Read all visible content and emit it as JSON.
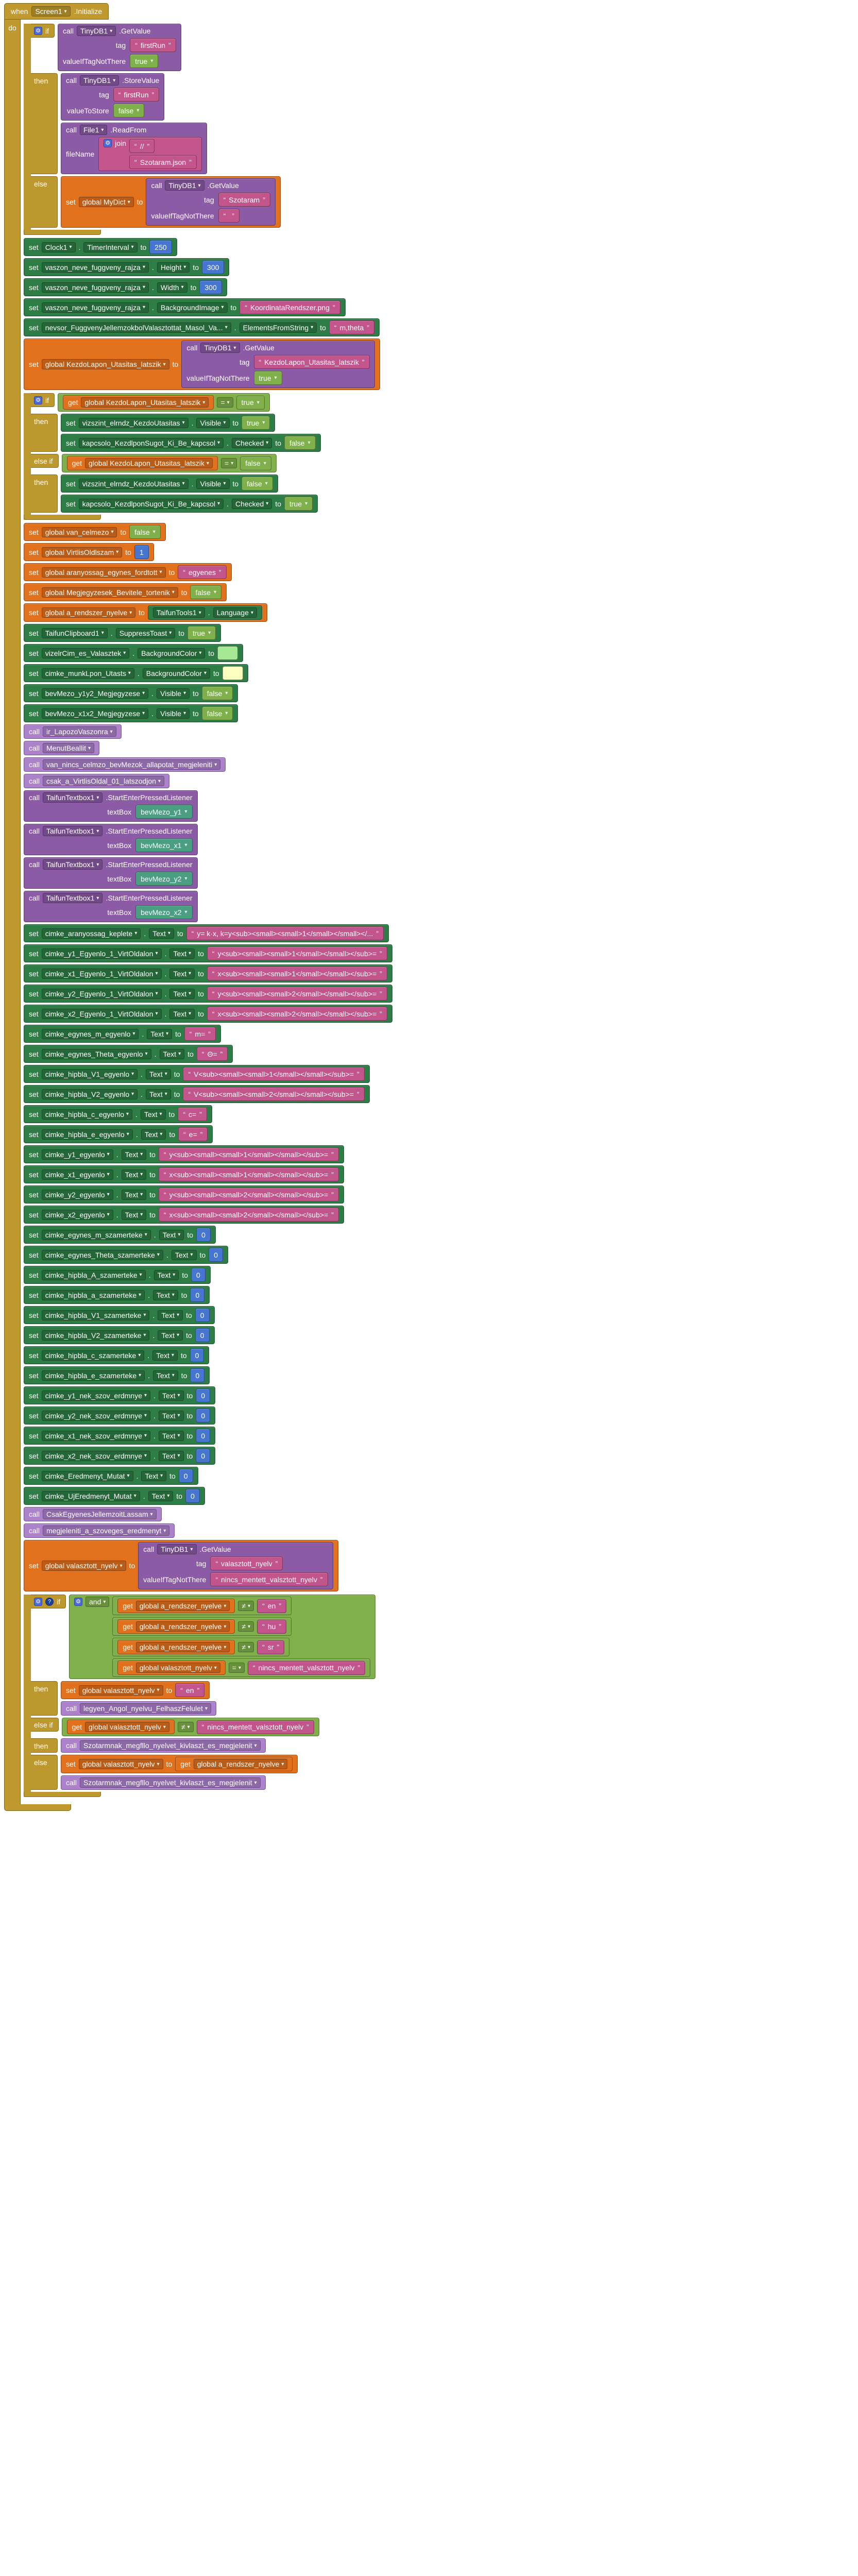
{
  "labels": {
    "when": "when",
    "do": "do",
    "if": "if",
    "then": "then",
    "else_if": "else if",
    "else": "else",
    "call": "call",
    "set": "set",
    "to": "to",
    "get": "get",
    "join": "join",
    "and": "and",
    "dot": "."
  },
  "colors": {
    "event_gold": "#C09A2E",
    "control_gold": "#BD982F",
    "setter_green": "#2E7D46",
    "variable_orange": "#E2711D",
    "text_pink": "#C2568C",
    "math_blue": "#4676D0",
    "logic_green": "#7FB04B",
    "method_purple": "#8C5BA5",
    "procedure_purple": "#AC82CC",
    "helper_teal": "#4A9E82",
    "swatch_light_green": "#A4E894",
    "swatch_pale_yellow": "#FDFFBF"
  },
  "event": {
    "name": "Screen1",
    "suffix": ".Initialize",
    "body": [
      {
        "t": "if",
        "clauses": [
          {
            "cond": {
              "t": "callm",
              "comp": "TinyDB1",
              "meth": ".GetValue",
              "params": [
                [
                  "tag",
                  {
                    "t": "txt",
                    "v": "firstRun"
                  }
                ],
                [
                  "valueIfTagNotThere",
                  {
                    "t": "log",
                    "v": "true"
                  }
                ]
              ]
            },
            "then": [
              {
                "t": "callm",
                "comp": "TinyDB1",
                "meth": ".StoreValue",
                "params": [
                  [
                    "tag",
                    {
                      "t": "txt",
                      "v": "firstRun"
                    }
                  ],
                  [
                    "valueToStore",
                    {
                      "t": "log",
                      "v": "false"
                    }
                  ]
                ]
              },
              {
                "t": "callm",
                "comp": "File1",
                "meth": ".ReadFrom",
                "params": [
                  [
                    "fileName",
                    {
                      "t": "join",
                      "items": [
                        {
                          "t": "txt",
                          "v": "//"
                        },
                        {
                          "t": "txt",
                          "v": "Szotaram.json"
                        }
                      ]
                    }
                  ]
                ]
              }
            ]
          }
        ],
        "else": [
          {
            "t": "setg",
            "name": "global MyDict",
            "val": {
              "t": "callm",
              "comp": "TinyDB1",
              "meth": ".GetValue",
              "params": [
                [
                  "tag",
                  {
                    "t": "txt",
                    "v": "Szotaram"
                  }
                ],
                [
                  "valueIfTagNotThere",
                  {
                    "t": "txt",
                    "v": ""
                  }
                ]
              ]
            }
          }
        ]
      },
      {
        "t": "setp",
        "comp": "Clock1",
        "prop": "TimerInterval",
        "val": {
          "t": "num",
          "v": "250"
        }
      },
      {
        "t": "setp",
        "comp": "vaszon_neve_fuggveny_rajza",
        "prop": "Height",
        "val": {
          "t": "num",
          "v": "300"
        }
      },
      {
        "t": "setp",
        "comp": "vaszon_neve_fuggveny_rajza",
        "prop": "Width",
        "val": {
          "t": "num",
          "v": "300"
        }
      },
      {
        "t": "setp",
        "comp": "vaszon_neve_fuggveny_rajza",
        "prop": "BackgroundImage",
        "val": {
          "t": "txt",
          "v": "KoordinataRendszer.png"
        }
      },
      {
        "t": "setp",
        "comp": "nevsor_FuggvenyJellemzokbolValasztottat_Masol_Va...",
        "prop": "ElementsFromString",
        "val": {
          "t": "txt",
          "v": "m,theta"
        }
      },
      {
        "t": "setg",
        "name": "global KezdoLapon_Utasitas_latszik",
        "val": {
          "t": "callm",
          "comp": "TinyDB1",
          "meth": ".GetValue",
          "params": [
            [
              "tag",
              {
                "t": "txt",
                "v": "KezdoLapon_Utasitas_latszik"
              }
            ],
            [
              "valueIfTagNotThere",
              {
                "t": "log",
                "v": "true"
              }
            ]
          ]
        }
      },
      {
        "t": "if",
        "clauses": [
          {
            "cond": {
              "t": "cmp",
              "op": "=",
              "l": {
                "t": "getg",
                "name": "global KezdoLapon_Utasitas_latszik"
              },
              "r": {
                "t": "log",
                "v": "true"
              }
            },
            "then": [
              {
                "t": "setp",
                "comp": "vizszint_elrndz_KezdoUtasitas",
                "prop": "Visible",
                "val": {
                  "t": "log",
                  "v": "true"
                }
              },
              {
                "t": "setp",
                "comp": "kapcsolo_KezdlponSugot_Ki_Be_kapcsol",
                "prop": "Checked",
                "val": {
                  "t": "log",
                  "v": "false"
                }
              }
            ]
          },
          {
            "cond": {
              "t": "cmp",
              "op": "=",
              "l": {
                "t": "getg",
                "name": "global KezdoLapon_Utasitas_latszik"
              },
              "r": {
                "t": "log",
                "v": "false"
              }
            },
            "then": [
              {
                "t": "setp",
                "comp": "vizszint_elrndz_KezdoUtasitas",
                "prop": "Visible",
                "val": {
                  "t": "log",
                  "v": "false"
                }
              },
              {
                "t": "setp",
                "comp": "kapcsolo_KezdlponSugot_Ki_Be_kapcsol",
                "prop": "Checked",
                "val": {
                  "t": "log",
                  "v": "true"
                }
              }
            ]
          }
        ]
      },
      {
        "t": "setg",
        "name": "global van_celmezo",
        "val": {
          "t": "log",
          "v": "false"
        }
      },
      {
        "t": "setg",
        "name": "global VirtlisOldlszam",
        "val": {
          "t": "num",
          "v": "1"
        }
      },
      {
        "t": "setg",
        "name": "global aranyossag_egynes_fordtott",
        "val": {
          "t": "txt",
          "v": "egyenes"
        }
      },
      {
        "t": "setg",
        "name": "global Megjegyzesek_Bevitele_tortenik",
        "val": {
          "t": "log",
          "v": "false"
        }
      },
      {
        "t": "setg",
        "name": "global a_rendszer_nyelve",
        "val": {
          "t": "pget",
          "comp": "TaifunTools1",
          "prop": "Language"
        }
      },
      {
        "t": "setp",
        "comp": "TaifunClipboard1",
        "prop": "SuppressToast",
        "val": {
          "t": "log",
          "v": "true"
        }
      },
      {
        "t": "setp",
        "comp": "vizelrCim_es_Valasztek",
        "prop": "BackgroundColor",
        "val": {
          "t": "col",
          "hex": "#A4E894"
        }
      },
      {
        "t": "setp",
        "comp": "cimke_munkLpon_Utasts",
        "prop": "BackgroundColor",
        "val": {
          "t": "col",
          "hex": "#FDFFBF"
        }
      },
      {
        "t": "setp",
        "comp": "bevMezo_y1y2_Megjegyzese",
        "prop": "Visible",
        "val": {
          "t": "log",
          "v": "false"
        }
      },
      {
        "t": "setp",
        "comp": "bevMezo_x1x2_Megjegyzese",
        "prop": "Visible",
        "val": {
          "t": "log",
          "v": "false"
        }
      },
      {
        "t": "callp",
        "name": "ir_LapozoVaszonra"
      },
      {
        "t": "callp",
        "name": "MenutBeallit"
      },
      {
        "t": "callp",
        "name": "van_nincs_celmzo_bevMezok_allapotat_megjeleniti"
      },
      {
        "t": "callp",
        "name": "csak_a_VirtlisOldal_01_latszodjon"
      },
      {
        "t": "callm",
        "comp": "TaifunTextbox1",
        "meth": ".StartEnterPressedListener",
        "params": [
          [
            "textBox",
            {
              "t": "dd",
              "v": "bevMezo_y1"
            }
          ]
        ]
      },
      {
        "t": "callm",
        "comp": "TaifunTextbox1",
        "meth": ".StartEnterPressedListener",
        "params": [
          [
            "textBox",
            {
              "t": "dd",
              "v": "bevMezo_x1"
            }
          ]
        ]
      },
      {
        "t": "callm",
        "comp": "TaifunTextbox1",
        "meth": ".StartEnterPressedListener",
        "params": [
          [
            "textBox",
            {
              "t": "dd",
              "v": "bevMezo_y2"
            }
          ]
        ]
      },
      {
        "t": "callm",
        "comp": "TaifunTextbox1",
        "meth": ".StartEnterPressedListener",
        "params": [
          [
            "textBox",
            {
              "t": "dd",
              "v": "bevMezo_x2"
            }
          ]
        ]
      },
      {
        "t": "setp",
        "comp": "cimke_aranyossag_keplete",
        "prop": "Text",
        "val": {
          "t": "txt",
          "v": "y= k·x, k=y<sub><small><small>1</small></small></..."
        }
      },
      {
        "t": "setp",
        "comp": "cimke_y1_Egyenlo_1_VirtOldalon",
        "prop": "Text",
        "val": {
          "t": "txt",
          "v": "y<sub><small><small>1</small></small></sub>="
        }
      },
      {
        "t": "setp",
        "comp": "cimke_x1_Egyenlo_1_VirtOldalon",
        "prop": "Text",
        "val": {
          "t": "txt",
          "v": "x<sub><small><small>1</small></small></sub>="
        }
      },
      {
        "t": "setp",
        "comp": "cimke_y2_Egyenlo_1_VirtOldalon",
        "prop": "Text",
        "val": {
          "t": "txt",
          "v": "y<sub><small><small>2</small></small></sub>="
        }
      },
      {
        "t": "setp",
        "comp": "cimke_x2_Egyenlo_1_VirtOldalon",
        "prop": "Text",
        "val": {
          "t": "txt",
          "v": "x<sub><small><small>2</small></small></sub>="
        }
      },
      {
        "t": "setp",
        "comp": "cimke_egynes_m_egyenlo",
        "prop": "Text",
        "val": {
          "t": "txt",
          "v": "m="
        }
      },
      {
        "t": "setp",
        "comp": "cimke_egynes_Theta_egyenlo",
        "prop": "Text",
        "val": {
          "t": "txt",
          "v": "Θ="
        }
      },
      {
        "t": "setp",
        "comp": "cimke_hipbla_V1_egyenlo",
        "prop": "Text",
        "val": {
          "t": "txt",
          "v": "V<sub><small><small>1</small></small></sub>="
        }
      },
      {
        "t": "setp",
        "comp": "cimke_hipbla_V2_egyenlo",
        "prop": "Text",
        "val": {
          "t": "txt",
          "v": "V<sub><small><small>2</small></small></sub>="
        }
      },
      {
        "t": "setp",
        "comp": "cimke_hipbla_c_egyenlo",
        "prop": "Text",
        "val": {
          "t": "txt",
          "v": "c="
        }
      },
      {
        "t": "setp",
        "comp": "cimke_hipbla_e_egyenlo",
        "prop": "Text",
        "val": {
          "t": "txt",
          "v": "e="
        }
      },
      {
        "t": "setp",
        "comp": "cimke_y1_egyenlo",
        "prop": "Text",
        "val": {
          "t": "txt",
          "v": "y<sub><small><small>1</small></small></sub>="
        }
      },
      {
        "t": "setp",
        "comp": "cimke_x1_egyenlo",
        "prop": "Text",
        "val": {
          "t": "txt",
          "v": "x<sub><small><small>1</small></small></sub>="
        }
      },
      {
        "t": "setp",
        "comp": "cimke_y2_egyenlo",
        "prop": "Text",
        "val": {
          "t": "txt",
          "v": "y<sub><small><small>2</small></small></sub>="
        }
      },
      {
        "t": "setp",
        "comp": "cimke_x2_egyenlo",
        "prop": "Text",
        "val": {
          "t": "txt",
          "v": "x<sub><small><small>2</small></small></sub>="
        }
      },
      {
        "t": "setp",
        "comp": "cimke_egynes_m_szamerteke",
        "prop": "Text",
        "val": {
          "t": "num",
          "v": "0"
        }
      },
      {
        "t": "setp",
        "comp": "cimke_egynes_Theta_szamerteke",
        "prop": "Text",
        "val": {
          "t": "num",
          "v": "0"
        }
      },
      {
        "t": "setp",
        "comp": "cimke_hipbla_A_szamerteke",
        "prop": "Text",
        "val": {
          "t": "num",
          "v": "0"
        }
      },
      {
        "t": "setp",
        "comp": "cimke_hipbla_a_szamerteke",
        "prop": "Text",
        "val": {
          "t": "num",
          "v": "0"
        }
      },
      {
        "t": "setp",
        "comp": "cimke_hipbla_V1_szamerteke",
        "prop": "Text",
        "val": {
          "t": "num",
          "v": "0"
        }
      },
      {
        "t": "setp",
        "comp": "cimke_hipbla_V2_szamerteke",
        "prop": "Text",
        "val": {
          "t": "num",
          "v": "0"
        }
      },
      {
        "t": "setp",
        "comp": "cimke_hipbla_c_szamerteke",
        "prop": "Text",
        "val": {
          "t": "num",
          "v": "0"
        }
      },
      {
        "t": "setp",
        "comp": "cimke_hipbla_e_szamerteke",
        "prop": "Text",
        "val": {
          "t": "num",
          "v": "0"
        }
      },
      {
        "t": "setp",
        "comp": "cimke_y1_nek_szov_erdmnye",
        "prop": "Text",
        "val": {
          "t": "num",
          "v": "0"
        }
      },
      {
        "t": "setp",
        "comp": "cimke_y2_nek_szov_erdmnye",
        "prop": "Text",
        "val": {
          "t": "num",
          "v": "0"
        }
      },
      {
        "t": "setp",
        "comp": "cimke_x1_nek_szov_erdmnye",
        "prop": "Text",
        "val": {
          "t": "num",
          "v": "0"
        }
      },
      {
        "t": "setp",
        "comp": "cimke_x2_nek_szov_erdmnye",
        "prop": "Text",
        "val": {
          "t": "num",
          "v": "0"
        }
      },
      {
        "t": "setp",
        "comp": "cimke_Eredmenyt_Mutat",
        "prop": "Text",
        "val": {
          "t": "num",
          "v": "0"
        }
      },
      {
        "t": "setp",
        "comp": "cimke_UjEredmenyt_Mutat",
        "prop": "Text",
        "val": {
          "t": "num",
          "v": "0"
        }
      },
      {
        "t": "callp",
        "name": "CsakEgyenesJellemzoitLassam"
      },
      {
        "t": "callp",
        "name": "megjeleniti_a_szoveges_eredmenyt"
      },
      {
        "t": "setg",
        "name": "global valasztott_nyelv",
        "val": {
          "t": "callm",
          "comp": "TinyDB1",
          "meth": ".GetValue",
          "params": [
            [
              "tag",
              {
                "t": "txt",
                "v": "valasztott_nyelv"
              }
            ],
            [
              "valueIfTagNotThere",
              {
                "t": "txt",
                "v": "nincs_mentett_valsztott_nyelv"
              }
            ]
          ]
        }
      },
      {
        "t": "if",
        "q": true,
        "clauses": [
          {
            "cond": {
              "t": "and",
              "items": [
                {
                  "t": "cmp",
                  "op": "≠",
                  "l": {
                    "t": "getg",
                    "name": "global a_rendszer_nyelve"
                  },
                  "r": {
                    "t": "txt",
                    "v": "en"
                  }
                },
                {
                  "t": "cmp",
                  "op": "≠",
                  "l": {
                    "t": "getg",
                    "name": "global a_rendszer_nyelve"
                  },
                  "r": {
                    "t": "txt",
                    "v": "hu"
                  }
                },
                {
                  "t": "cmp",
                  "op": "≠",
                  "l": {
                    "t": "getg",
                    "name": "global a_rendszer_nyelve"
                  },
                  "r": {
                    "t": "txt",
                    "v": "sr"
                  }
                },
                {
                  "t": "cmp",
                  "op": "=",
                  "l": {
                    "t": "getg",
                    "name": "global valasztott_nyelv"
                  },
                  "r": {
                    "t": "txt",
                    "v": "nincs_mentett_valsztott_nyelv"
                  }
                }
              ]
            },
            "then": [
              {
                "t": "setg",
                "name": "global valasztott_nyelv",
                "val": {
                  "t": "txt",
                  "v": "en"
                }
              },
              {
                "t": "callp",
                "name": "legyen_Angol_nyelvu_FelhaszFelulet"
              }
            ]
          },
          {
            "cond": {
              "t": "cmp",
              "op": "≠",
              "l": {
                "t": "getg",
                "name": "global valasztott_nyelv"
              },
              "r": {
                "t": "txt",
                "v": "nincs_mentett_valsztott_nyelv"
              }
            },
            "then": [
              {
                "t": "callp",
                "name": "Szotarmnak_megfllo_nyelvet_kivlaszt_es_megjelenit"
              }
            ]
          }
        ],
        "else": [
          {
            "t": "setg",
            "name": "global valasztott_nyelv",
            "val": {
              "t": "getg",
              "name": "global a_rendszer_nyelve"
            }
          },
          {
            "t": "callp",
            "name": "Szotarmnak_megfllo_nyelvet_kivlaszt_es_megjelenit"
          }
        ]
      }
    ]
  }
}
